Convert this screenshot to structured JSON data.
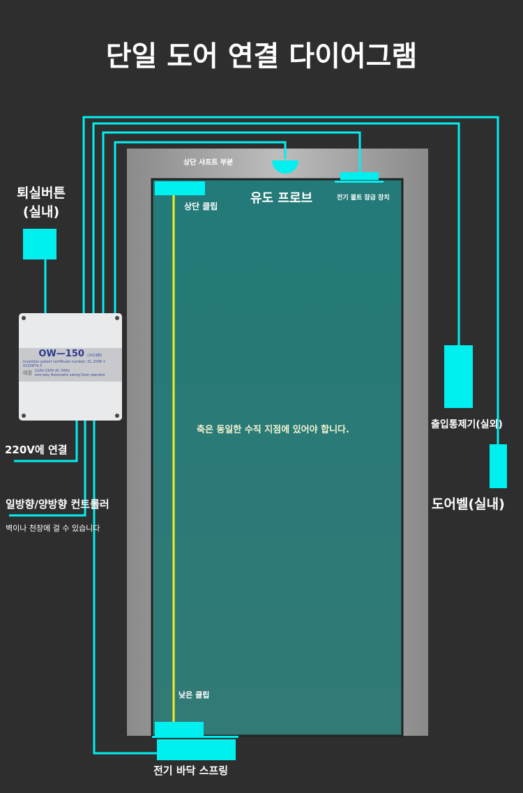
{
  "title": "단일 도어 연결 다이어그램",
  "labels": {
    "exit_button": [
      "퇴실버튼",
      "(실내)"
    ],
    "top_shaft": "상단 샤프트 부분",
    "top_clip": "상단 클립",
    "guide_probe": "유도 프로브",
    "electric_bolt": "전기 볼트 잠금 장치",
    "axis_note": "축은 동일한 수직 지점에 있어야 합니다.",
    "access_control": "출입통제기(실외)",
    "doorbell": "도어벨(실내)",
    "power": "220V에 연결",
    "controller": "일방향/양방향 컨트롤러",
    "controller_note": "벽이나 천장에 걸 수 있습니다",
    "bottom_clip": "낮은 클립",
    "floor_spring": "전기 바닥 스프링"
  },
  "device": {
    "model": "OW—150",
    "year": "(2019款)",
    "patent": "Invention patent certificate number: ZL 2008 1 0120874.3",
    "brand": "이깃",
    "voltage": "110V-230V AC 50Hz",
    "desc": "one-way Automatic swing Door operator"
  },
  "colors": {
    "wire": "#00f0f0",
    "door": "#2a7a78",
    "frame": "#9c9c9c",
    "axis": "#f0f020"
  }
}
